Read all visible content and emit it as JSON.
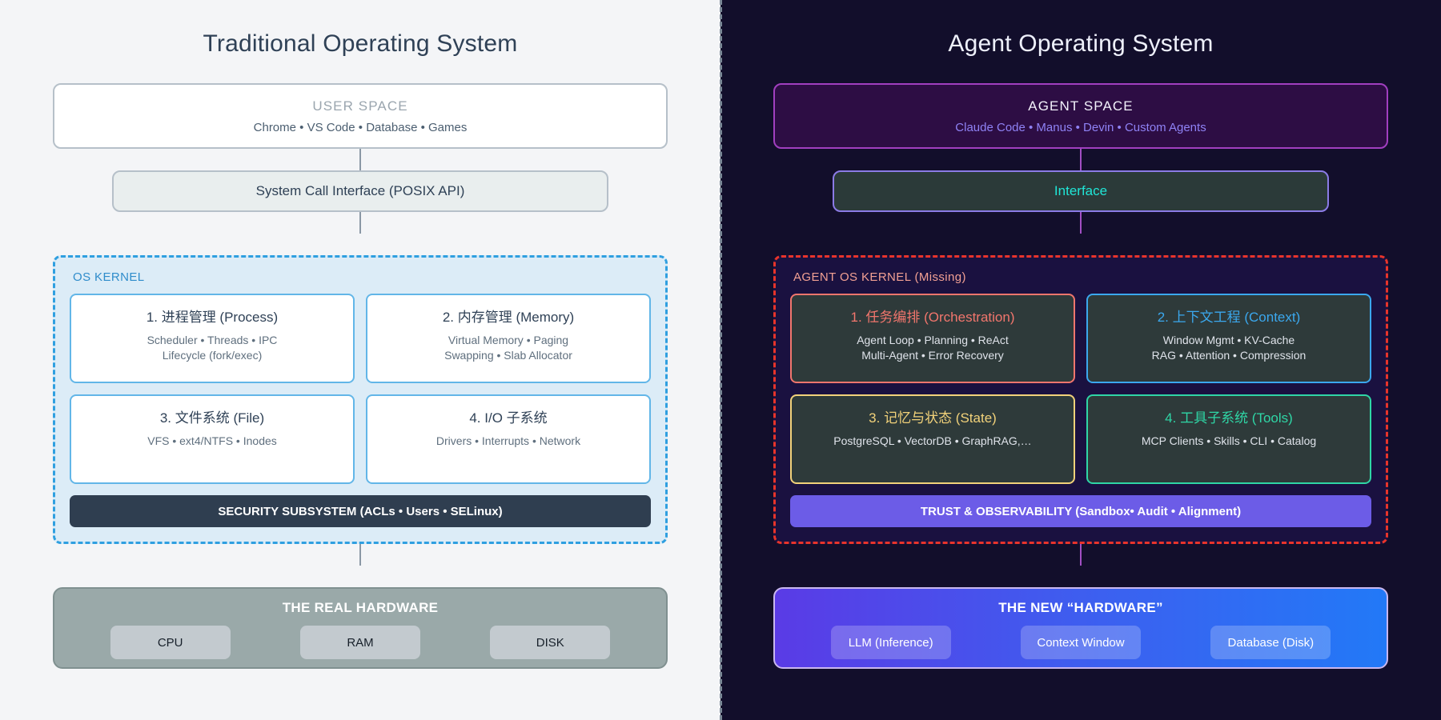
{
  "colors": {
    "light_bg": "#f4f5f7",
    "dark_bg": "#120e2b",
    "light_title": "#2f4156",
    "dark_title": "#eef0fb",
    "kernel_dashed_blue": "#2f9fe0",
    "kernel_dashed_red": "#e8342b",
    "security_dark": "#2f3e50",
    "trust_purple": "#6c5ce7",
    "interface_cyan": "#20e5d6",
    "agent_space_border": "#a13fc0",
    "agent_space_sub": "#8f82f5",
    "orchestration": "#f2766d",
    "context": "#3ba8ee",
    "state": "#f2d27a",
    "tools": "#2fd6a6"
  },
  "left": {
    "title": "Traditional Operating System",
    "space": {
      "heading": "USER SPACE",
      "subtitle": "Chrome • VS Code • Database • Games"
    },
    "syscall": "System Call Interface (POSIX API)",
    "kernel": {
      "label": "OS KERNEL",
      "cards": [
        {
          "title": "1. 进程管理 (Process)",
          "lines": [
            "Scheduler • Threads • IPC",
            "Lifecycle (fork/exec)"
          ]
        },
        {
          "title": "2. 内存管理 (Memory)",
          "lines": [
            "Virtual Memory • Paging",
            "Swapping • Slab Allocator"
          ]
        },
        {
          "title": "3. 文件系统 (File)",
          "lines": [
            "VFS • ext4/NTFS • Inodes",
            ""
          ]
        },
        {
          "title": "4. I/O 子系统",
          "lines": [
            "Drivers • Interrupts • Network",
            ""
          ]
        }
      ],
      "footer_bar": "SECURITY SUBSYSTEM (ACLs • Users • SELinux)"
    },
    "hardware": {
      "title": "THE REAL HARDWARE",
      "chips": [
        "CPU",
        "RAM",
        "DISK"
      ]
    }
  },
  "right": {
    "title": "Agent Operating System",
    "space": {
      "heading": "AGENT SPACE",
      "subtitle": "Claude Code • Manus • Devin • Custom Agents"
    },
    "syscall": "Interface",
    "kernel": {
      "label": "AGENT OS KERNEL (Missing)",
      "cards": [
        {
          "title": "1. 任务编排 (Orchestration)",
          "color": "#f2766d",
          "lines": [
            "Agent Loop • Planning • ReAct",
            "Multi-Agent • Error Recovery"
          ]
        },
        {
          "title": "2. 上下文工程 (Context)",
          "color": "#3ba8ee",
          "lines": [
            "Window Mgmt • KV-Cache",
            "RAG • Attention • Compression"
          ]
        },
        {
          "title": "3. 记忆与状态 (State)",
          "color": "#f2d27a",
          "lines": [
            "PostgreSQL • VectorDB • GraphRAG,…",
            ""
          ]
        },
        {
          "title": "4. 工具子系统 (Tools)",
          "color": "#2fd6a6",
          "lines": [
            "MCP Clients • Skills • CLI •  Catalog",
            ""
          ]
        }
      ],
      "footer_bar": "TRUST & OBSERVABILITY (Sandbox• Audit • Alignment)"
    },
    "hardware": {
      "title": "THE NEW “HARDWARE”",
      "chips": [
        "LLM (Inference)",
        "Context Window",
        "Database (Disk)"
      ]
    }
  }
}
